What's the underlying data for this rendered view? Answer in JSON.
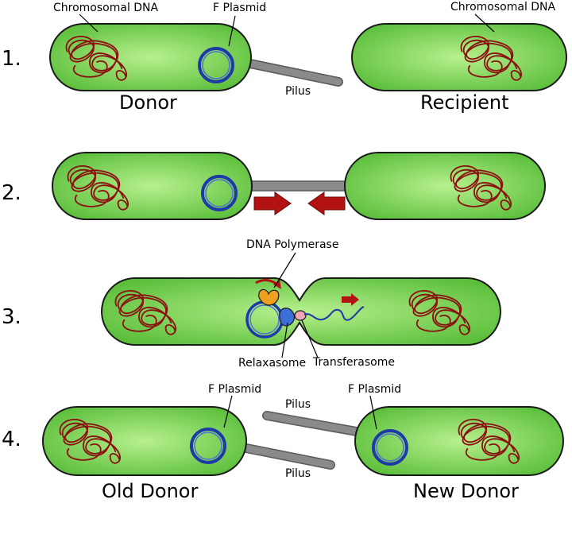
{
  "steps": [
    {
      "number": "1.",
      "labels": {
        "chromosomal_dna_left": "Chromosomal DNA",
        "f_plasmid": "F Plasmid",
        "chromosomal_dna_right": "Chromosomal DNA",
        "pilus": "Pilus",
        "donor": "Donor",
        "recipient": "Recipient"
      }
    },
    {
      "number": "2."
    },
    {
      "number": "3.",
      "labels": {
        "dna_polymerase": "DNA Polymerase",
        "relaxasome": "Relaxasome",
        "transferasome": "Transferasome"
      }
    },
    {
      "number": "4.",
      "labels": {
        "f_plasmid_left": "F Plasmid",
        "f_plasmid_right": "F Plasmid",
        "pilus_top": "Pilus",
        "pilus_bottom": "Pilus",
        "old_donor": "Old Donor",
        "new_donor": "New Donor"
      }
    }
  ],
  "colors": {
    "cell_fill": "#5cbf3c",
    "cell_highlight": "#b8f08e",
    "cell_stroke": "#1a1a1a",
    "chromosome": "#8b1010",
    "plasmid": "#1e3aa8",
    "pilus": "#8a8a8a",
    "arrow": "#b31212",
    "polymerase": "#f0a020",
    "relaxasome": "#3a6fd8",
    "transferasome": "#f0a8b8"
  }
}
